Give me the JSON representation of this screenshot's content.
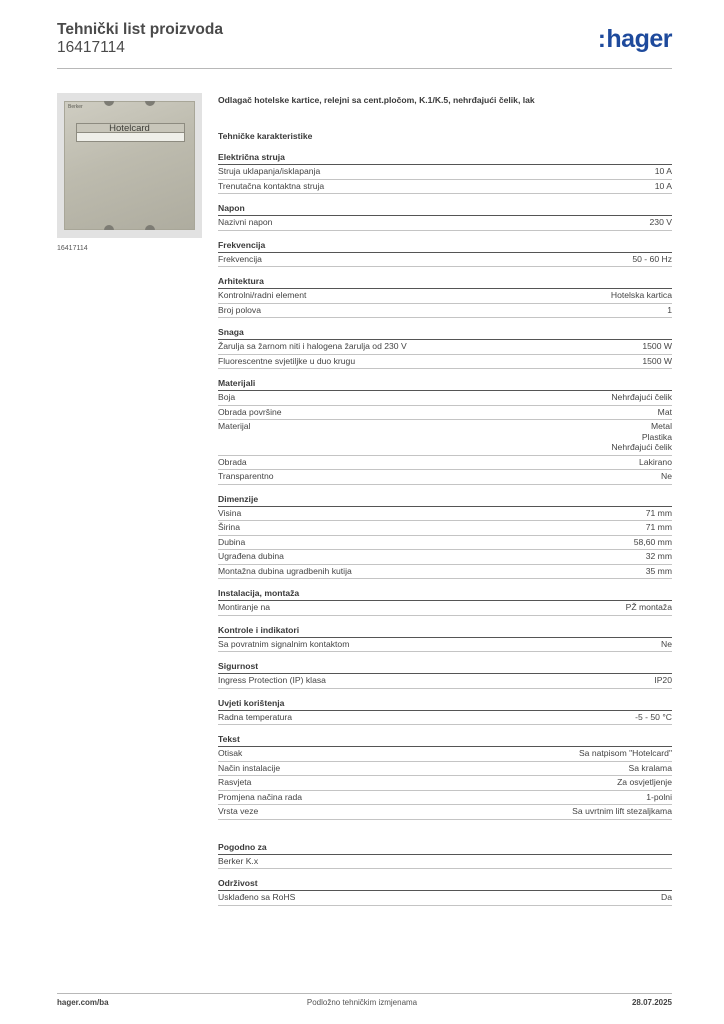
{
  "header": {
    "title": "Tehnički list proizvoda",
    "number": "16417114",
    "logo": "hager",
    "brand_color": "#1e4a9c"
  },
  "image": {
    "plate_text": "Hotelcard",
    "plate_brand": "Berker",
    "caption": "16417114"
  },
  "product_title": "Odlagač hotelske kartice, relejni sa cent.pločom, K.1/K.5, nehrđajući čelik, lak",
  "tech_title": "Tehničke karakteristike",
  "sections": [
    {
      "title": "Električna struja",
      "rows": [
        {
          "k": "Struja uklapanja/isklapanja",
          "v": [
            "10 A"
          ]
        },
        {
          "k": "Trenutačna kontaktna struja",
          "v": [
            "10 A"
          ]
        }
      ]
    },
    {
      "title": "Napon",
      "rows": [
        {
          "k": "Nazivni napon",
          "v": [
            "230 V"
          ]
        }
      ]
    },
    {
      "title": "Frekvencija",
      "rows": [
        {
          "k": "Frekvencija",
          "v": [
            "50 - 60 Hz"
          ]
        }
      ]
    },
    {
      "title": "Arhitektura",
      "rows": [
        {
          "k": "Kontrolni/radni element",
          "v": [
            "Hotelska kartica"
          ]
        },
        {
          "k": "Broj polova",
          "v": [
            "1"
          ]
        }
      ]
    },
    {
      "title": "Snaga",
      "rows": [
        {
          "k": "Žarulja sa žarnom niti i halogena žarulja od 230 V",
          "v": [
            "1500 W"
          ]
        },
        {
          "k": "Fluorescentne svjetiljke u duo krugu",
          "v": [
            "1500 W"
          ]
        }
      ]
    },
    {
      "title": "Materijali",
      "rows": [
        {
          "k": "Boja",
          "v": [
            "Nehrđajući čelik"
          ]
        },
        {
          "k": "Obrada površine",
          "v": [
            "Mat"
          ]
        },
        {
          "k": "Materijal",
          "v": [
            "Metal",
            "Plastika",
            "Nehrđajući čelik"
          ]
        },
        {
          "k": "Obrada",
          "v": [
            "Lakirano"
          ]
        },
        {
          "k": "Transparentno",
          "v": [
            "Ne"
          ]
        }
      ]
    },
    {
      "title": "Dimenzije",
      "rows": [
        {
          "k": "Visina",
          "v": [
            "71 mm"
          ]
        },
        {
          "k": "Širina",
          "v": [
            "71 mm"
          ]
        },
        {
          "k": "Dubina",
          "v": [
            "58,60 mm"
          ]
        },
        {
          "k": "Ugrađena dubina",
          "v": [
            "32 mm"
          ]
        },
        {
          "k": "Montažna dubina ugradbenih kutija",
          "v": [
            "35 mm"
          ]
        }
      ]
    },
    {
      "title": "Instalacija, montaža",
      "rows": [
        {
          "k": "Montiranje na",
          "v": [
            "PŽ montaža"
          ]
        }
      ]
    },
    {
      "title": "Kontrole i indikatori",
      "rows": [
        {
          "k": "Sa povratnim signalnim kontaktom",
          "v": [
            "Ne"
          ]
        }
      ]
    },
    {
      "title": "Sigurnost",
      "rows": [
        {
          "k": "Ingress Protection (IP) klasa",
          "v": [
            "IP20"
          ]
        }
      ]
    },
    {
      "title": "Uvjeti korištenja",
      "rows": [
        {
          "k": "Radna temperatura",
          "v": [
            "-5 - 50 °C"
          ]
        }
      ]
    },
    {
      "title": "Tekst",
      "rows": [
        {
          "k": "Otisak",
          "v": [
            "Sa natpisom \"Hotelcard\""
          ]
        },
        {
          "k": "Način instalacije",
          "v": [
            "Sa kralama"
          ]
        },
        {
          "k": "Rasvjeta",
          "v": [
            "Za osvjetljenje"
          ]
        },
        {
          "k": "Promjena načina rada",
          "v": [
            "1-polni"
          ]
        },
        {
          "k": "Vrsta veze",
          "v": [
            "Sa uvrtnim lift stezaljkama"
          ]
        }
      ]
    },
    {
      "title": "Pogodno za",
      "extra_gap": true,
      "rows": [
        {
          "k": "Berker K.x",
          "v": [
            ""
          ]
        }
      ]
    },
    {
      "title": "Održivost",
      "rows": [
        {
          "k": "Usklađeno sa RoHS",
          "v": [
            "Da"
          ]
        }
      ]
    }
  ],
  "footer": {
    "left": "hager.com/ba",
    "center": "Podložno tehničkim izmjenama",
    "right": "28.07.2025"
  }
}
